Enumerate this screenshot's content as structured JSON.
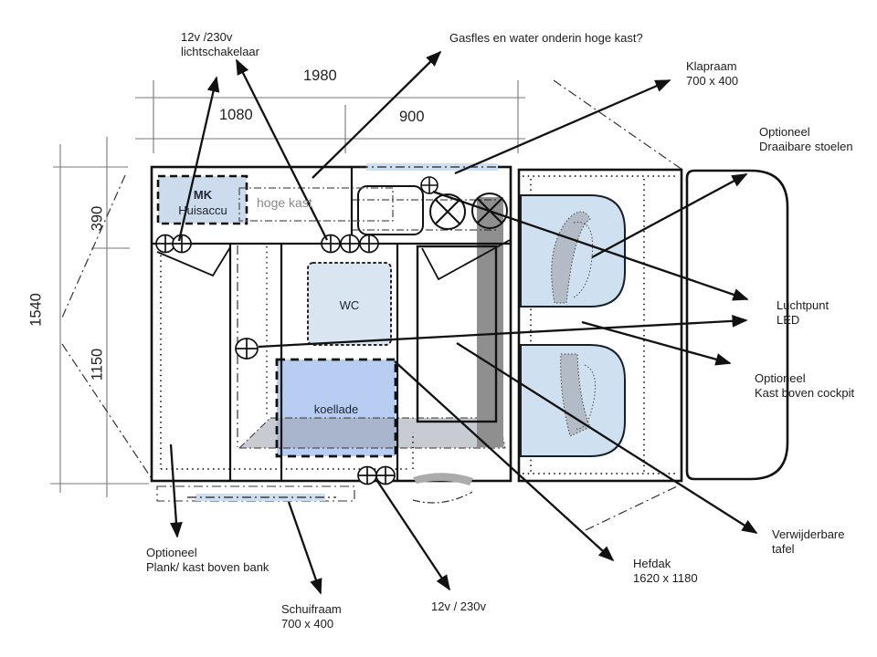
{
  "annotations": {
    "light_switch": "12v /230v\nlichtschakelaar",
    "gas_water": "Gasfles en water onderin hoge kast?",
    "klapraam": "Klapraam\n700 x 400",
    "swivel_seats": "Optioneel\nDraaibare stoelen",
    "air_led": "Luchtpunt\nLED",
    "cabinet_cockpit": "Optioneel\nKast boven cockpit",
    "removable_table": "Verwijderbare\ntafel",
    "hefdak": "Hefdak\n1620 x 1180",
    "power_12v": "12v / 230v",
    "schuifraam": "Schuifraam\n700 x 400",
    "plank_bank": "Optioneel\nPlank/ kast boven bank"
  },
  "dimensions": {
    "width_total": "1980",
    "width_left": "1080",
    "width_right": "900",
    "height_total": "1540",
    "height_top": "390",
    "height_bottom": "1150"
  },
  "rooms": {
    "mk": "MK",
    "huisaccu": "Huisaccu",
    "hoge_kast": "hoge kast",
    "wc": "WC",
    "koellade": "koellade"
  },
  "icons": {
    "power_outlet": "circle-with-cross outlet symbol",
    "burner": "stove burner circle with X",
    "light_point": "ceiling light point",
    "swivel_arrow": "seat swivel arrow"
  },
  "colors": {
    "seat_blue": "#cfe0f0",
    "wc_blue": "#d9e5f1",
    "koellade_blue": "#b8cdf2",
    "mk_blue": "#cddcec",
    "window_blue": "#cfdff2",
    "floor_gray": "#9aa2ad",
    "dark_gray": "#8f8f8f",
    "line_black": "#111111",
    "dim_gray": "#777777",
    "muted_text": "#8a8a8a"
  }
}
